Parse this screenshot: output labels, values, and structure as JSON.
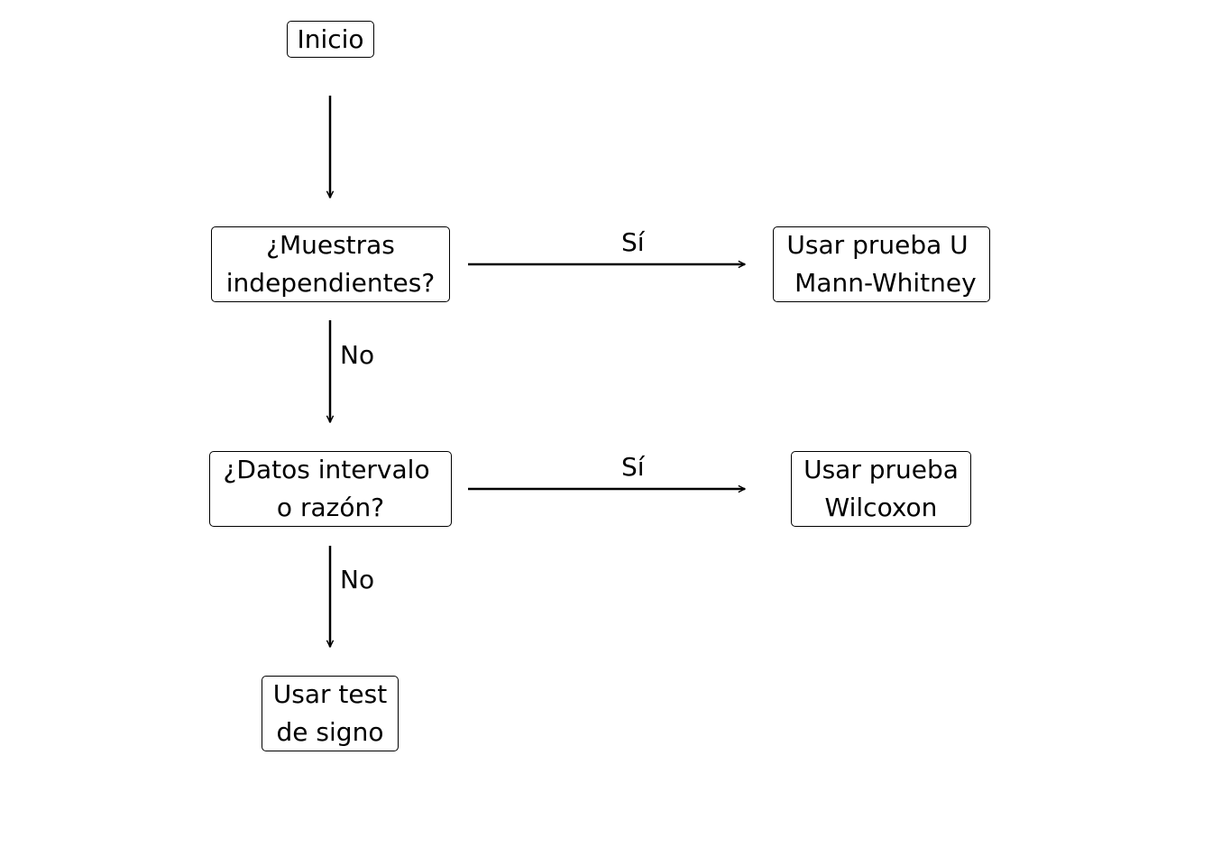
{
  "nodes": {
    "start": {
      "label": "Inicio"
    },
    "q_independent": {
      "lines": [
        "¿Muestras",
        "independientes?"
      ]
    },
    "mann_whitney": {
      "lines": [
        "Usar prueba U ",
        " Mann-Whitney"
      ]
    },
    "q_interval": {
      "lines": [
        "¿Datos intervalo ",
        "o razón?"
      ]
    },
    "wilcoxon": {
      "lines": [
        "Usar prueba",
        "Wilcoxon"
      ]
    },
    "sign_test": {
      "lines": [
        "Usar test",
        "de signo"
      ]
    }
  },
  "edges": [
    {
      "from": "start",
      "to": "q_independent",
      "label": ""
    },
    {
      "from": "q_independent",
      "to": "mann_whitney",
      "label": "Sí"
    },
    {
      "from": "q_independent",
      "to": "q_interval",
      "label": "No"
    },
    {
      "from": "q_interval",
      "to": "wilcoxon",
      "label": "Sí"
    },
    {
      "from": "q_interval",
      "to": "sign_test",
      "label": "No"
    }
  ],
  "colors": {
    "stroke": "#000000",
    "background": "#ffffff"
  }
}
